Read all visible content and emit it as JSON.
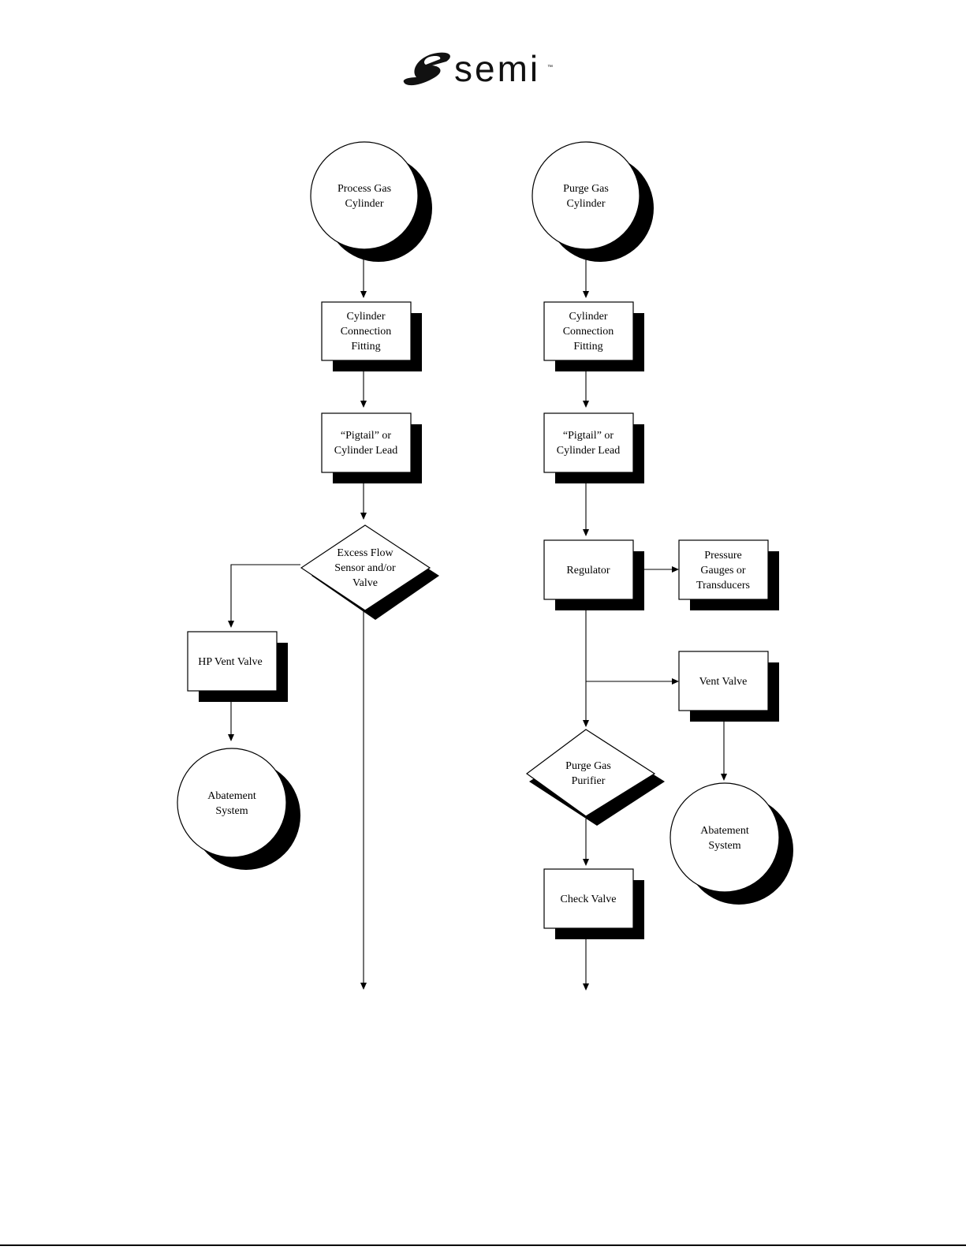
{
  "logo": {
    "text": "semi",
    "trademark": "™"
  },
  "process_gas": {
    "cylinder": [
      "Process Gas",
      "Cylinder"
    ],
    "fitting": [
      "Cylinder",
      "Connection",
      "Fitting"
    ],
    "pigtail": [
      "“Pigtail” or",
      "Cylinder Lead"
    ],
    "excess_flow": [
      "Excess Flow",
      "Sensor and/or",
      "Valve"
    ],
    "hp_vent_valve": [
      "HP Vent Valve"
    ],
    "abatement": [
      "Abatement",
      "System"
    ]
  },
  "purge_gas": {
    "cylinder": [
      "Purge Gas",
      "Cylinder"
    ],
    "fitting": [
      "Cylinder",
      "Connection",
      "Fitting"
    ],
    "pigtail": [
      "“Pigtail” or",
      "Cylinder Lead"
    ],
    "regulator": [
      "Regulator"
    ],
    "pressure_gauges": [
      "Pressure",
      "Gauges or",
      "Transducers"
    ],
    "vent_valve": [
      "Vent Valve"
    ],
    "purifier": [
      "Purge Gas",
      "Purifier"
    ],
    "check_valve": [
      "Check Valve"
    ],
    "abatement": [
      "Abatement",
      "System"
    ]
  }
}
